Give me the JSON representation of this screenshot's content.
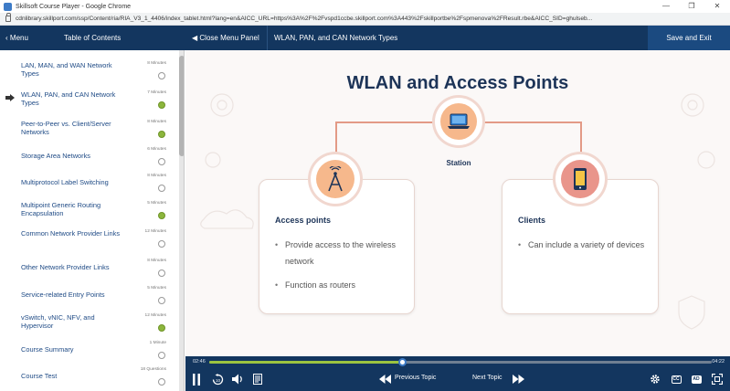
{
  "browser": {
    "window_title": "Skillsoft Course Player - Google Chrome",
    "url": "cdnlibrary.skillport.com/ssp/Content/ria/RIA_V3_1_4406/index_tablet.html?lang=en&AICC_URL=https%3A%2F%2Fvspd1ccbe.skillport.com%3A443%2Fskillportbe%2Fspmenova%2FResult.rbe&AICC_SID=ghulseb..."
  },
  "header": {
    "menu_label": "Menu",
    "toc_title": "Table of Contents",
    "close_panel_label": "Close Menu Panel",
    "lesson_title": "WLAN, PAN, and CAN Network Types",
    "save_exit_label": "Save and Exit"
  },
  "toc": {
    "items": [
      {
        "label": "LAN, MAN, and WAN Network Types",
        "duration": "8 Minutes",
        "completed": false,
        "current": false
      },
      {
        "label": "WLAN, PAN, and CAN Network Types",
        "duration": "7 Minutes",
        "completed": true,
        "current": true
      },
      {
        "label": "Peer-to-Peer vs. Client/Server Networks",
        "duration": "8 Minutes",
        "completed": true,
        "current": false
      },
      {
        "label": "Storage Area Networks",
        "duration": "6 Minutes",
        "completed": false,
        "current": false
      },
      {
        "label": "Multiprotocol Label Switching",
        "duration": "8 Minutes",
        "completed": false,
        "current": false
      },
      {
        "label": "Multipoint Generic Routing Encapsulation",
        "duration": "5 Minutes",
        "completed": true,
        "current": false
      },
      {
        "label": "Common Network Provider Links",
        "duration": "12 Minutes",
        "completed": false,
        "current": false
      },
      {
        "label": "Other Network Provider Links",
        "duration": "8 Minutes",
        "completed": false,
        "current": false
      },
      {
        "label": "Service-related Entry Points",
        "duration": "5 Minutes",
        "completed": false,
        "current": false
      },
      {
        "label": "vSwitch, vNIC, NFV, and Hypervisor",
        "duration": "12 Minutes",
        "completed": true,
        "current": false
      },
      {
        "label": "Course Summary",
        "duration": "1 Minute",
        "completed": false,
        "current": false
      },
      {
        "label": "Course Test",
        "duration": "18 Questions",
        "completed": false,
        "current": false
      }
    ]
  },
  "slide": {
    "title": "WLAN and Access Points",
    "station_label": "Station",
    "left_card": {
      "title": "Access points",
      "bullets": [
        "Provide access to the wireless network",
        "Function as routers"
      ]
    },
    "right_card": {
      "title": "Clients",
      "bullets": [
        "Can include a variety of devices"
      ]
    }
  },
  "player": {
    "time_current": "02:46",
    "time_total": "04:22",
    "progress": 0.383,
    "previous_label": "Previous Topic",
    "next_label": "Next Topic",
    "cc_label": "CC",
    "ad_label": "AD"
  },
  "colors": {
    "navy": "#13365f",
    "accent_peach": "#f6b88c",
    "accent_green": "#8cb63c",
    "title_navy": "#1d3458"
  }
}
